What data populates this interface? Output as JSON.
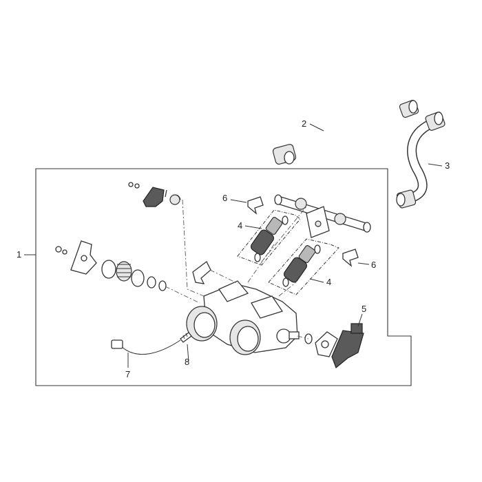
{
  "callouts": {
    "c1": "1",
    "c2": "2",
    "c3": "3",
    "c4a": "4",
    "c4b": "4",
    "c5": "5",
    "c6a": "6",
    "c6b": "6",
    "c7": "7",
    "c8": "8"
  },
  "colors": {
    "line": "#333333",
    "dark_part": "#5a5a5a",
    "background": "#ffffff"
  }
}
